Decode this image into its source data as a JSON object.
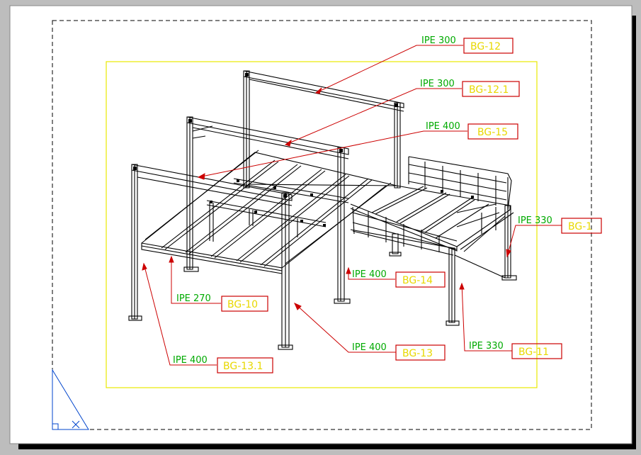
{
  "colors": {
    "paper": "#ffffff",
    "drawing": "#000000",
    "leader": "#cc0000",
    "profile_text": "#00aa00",
    "tag_text": "#e8d800",
    "tag_box": "#cc0000",
    "border": "#e8e800",
    "ucs": "#0044cc"
  },
  "labels": [
    {
      "id": "bg-12",
      "profile": "IPE 300",
      "tag": "BG-12"
    },
    {
      "id": "bg-12-1",
      "profile": "IPE 300",
      "tag": "BG-12.1"
    },
    {
      "id": "bg-15",
      "profile": "IPE 400",
      "tag": "BG-15"
    },
    {
      "id": "bg-1",
      "profile": "IPE 330",
      "tag": "BG-1"
    },
    {
      "id": "bg-14",
      "profile": "IPE 400",
      "tag": "BG-14"
    },
    {
      "id": "bg-10",
      "profile": "IPE 270",
      "tag": "BG-10"
    },
    {
      "id": "bg-13",
      "profile": "IPE 400",
      "tag": "BG-13"
    },
    {
      "id": "bg-11",
      "profile": "IPE 330",
      "tag": "BG-11"
    },
    {
      "id": "bg-13-1",
      "profile": "IPE 400",
      "tag": "BG-13.1"
    }
  ],
  "ucs_icon": "ucs-triangle-icon"
}
